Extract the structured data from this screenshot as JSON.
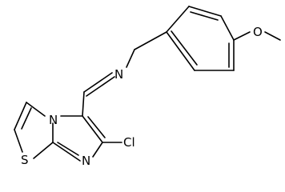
{
  "structure": {
    "atom_labels": {
      "methoxy_oxygen": "O",
      "imine_nitrogen": "N",
      "ring_nitrogen_bridgehead": "N",
      "ring_nitrogen": "N",
      "sulfur": "S",
      "chlorine": "Cl"
    },
    "colors": {
      "bond": "#000000",
      "label": "#000000",
      "background": "#ffffff"
    }
  }
}
